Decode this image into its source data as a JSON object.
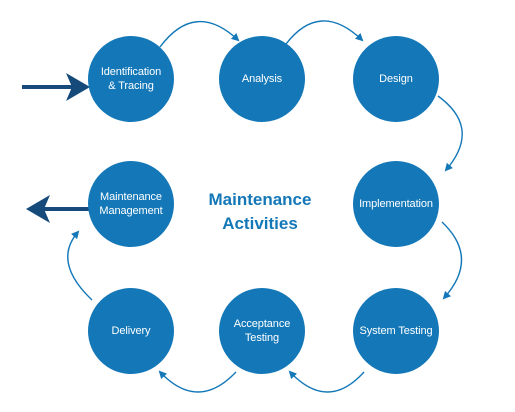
{
  "diagram": {
    "title_line1": "Maintenance",
    "title_line2": "Activities",
    "nodes": [
      {
        "line1": "Identification",
        "line2": "& Tracing"
      },
      {
        "line1": "Analysis",
        "line2": ""
      },
      {
        "line1": "Design",
        "line2": ""
      },
      {
        "line1": "Implementation",
        "line2": ""
      },
      {
        "line1": "System Testing",
        "line2": ""
      },
      {
        "line1": "Acceptance",
        "line2": "Testing"
      },
      {
        "line1": "Delivery",
        "line2": ""
      },
      {
        "line1": "Maintenance",
        "line2": "Management"
      }
    ]
  },
  "colors": {
    "node_fill": "#1478b8",
    "connector": "#1478b8",
    "io_arrow": "#154a7a",
    "text_on_node": "#ffffff"
  }
}
